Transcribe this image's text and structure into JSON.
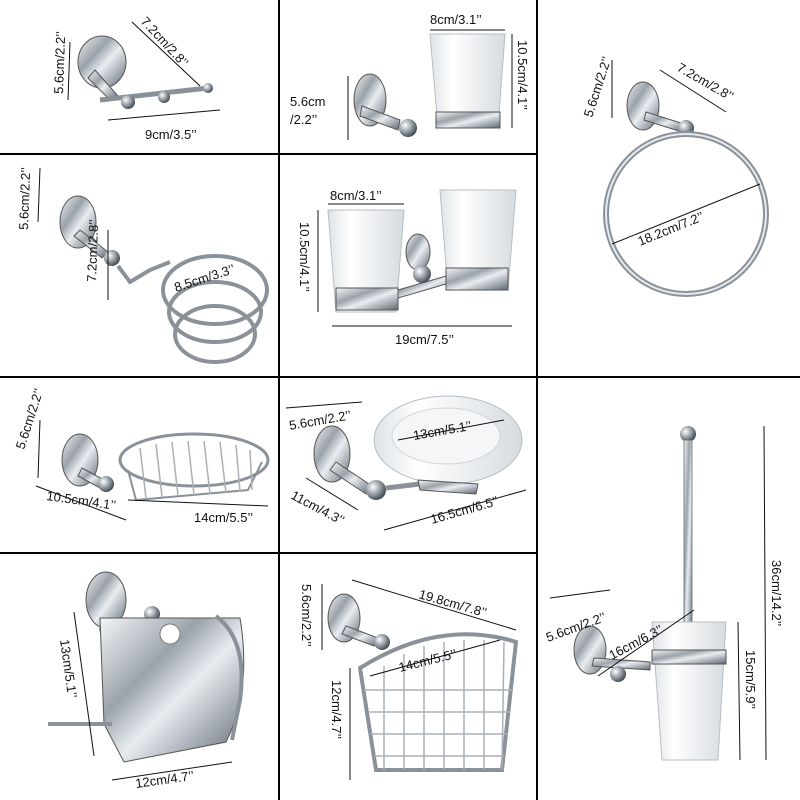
{
  "products": [
    {
      "name": "robe-hook",
      "labels": {
        "wall": "5.6cm/2.2’’",
        "depth": "7.2cm/2.8’’",
        "width": "9cm/3.5’’"
      }
    },
    {
      "name": "single-tumbler-holder",
      "labels": {
        "cup_width": "8cm/3.1’’",
        "cup_height": "10.5cm/4.1’’",
        "wall_a": "5.6cm",
        "wall_b": "/2.2’’"
      }
    },
    {
      "name": "towel-ring",
      "labels": {
        "wall": "5.6cm/2.2’’",
        "depth": "7.2cm/2.8’’",
        "diameter": "18.2cm/7.2’’"
      }
    },
    {
      "name": "hair-dryer-holder",
      "labels": {
        "wall": "5.6cm/2.2’’",
        "depth": "7.2cm/2.8’’",
        "ring": "8.5cm/3.3’’"
      }
    },
    {
      "name": "double-tumbler-holder",
      "labels": {
        "cup_width": "8cm/3.1’’",
        "cup_height": "10.5cm/4.1’’",
        "width": "19cm/7.5’’"
      }
    },
    {
      "name": "soap-basket",
      "labels": {
        "wall": "5.6cm/2.2’’",
        "depth": "10.5cm/4.1’’",
        "width": "14cm/5.5’’"
      }
    },
    {
      "name": "soap-dish",
      "labels": {
        "wall": "5.6cm/2.2’’",
        "dish": "13cm/5.1’’",
        "depth": "11cm/4.3’’",
        "width": "16.5cm/6.5’’"
      }
    },
    {
      "name": "toilet-brush-holder",
      "labels": {
        "wall": "5.6cm/2.2’’",
        "depth": "16cm/6.3’’",
        "cup_height": "15cm/5.9’’",
        "total_height": "36cm/14.2’’"
      }
    },
    {
      "name": "toilet-paper-holder",
      "labels": {
        "height": "13cm/5.1’’",
        "width": "12cm/4.7’’"
      }
    },
    {
      "name": "corner-basket",
      "labels": {
        "width": "19.8cm/7.8’’",
        "inner": "14cm/5.5’’",
        "wall": "5.6cm/2.2’’",
        "height": "12cm/4.7’’"
      }
    }
  ]
}
